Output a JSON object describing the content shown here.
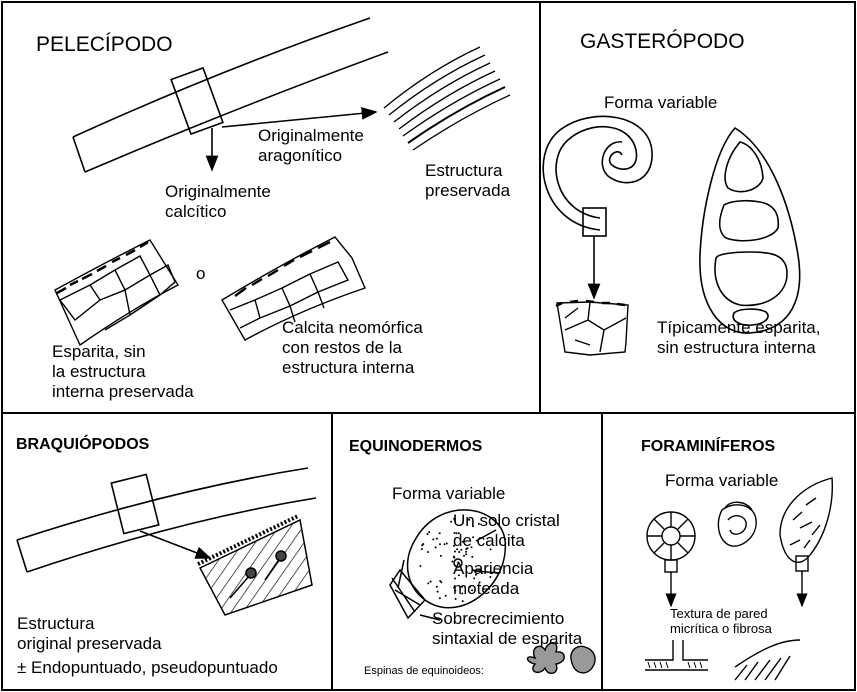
{
  "panels": {
    "pelecipodo": {
      "title": "PELECÍPODO",
      "label_aragonite": "Originalmente\naragonítico",
      "label_calcite": "Originalmente\ncalcítico",
      "label_preserved": "Estructura\npreservada",
      "label_or": "o",
      "label_sparite": "Esparita, sin\nla estructura\ninterna preservada",
      "label_neomorphic": "Calcita neomórfica\ncon restos de la\nestructura interna"
    },
    "gasteropodo": {
      "title": "GASTERÓPODO",
      "label_form": "Forma variable",
      "label_typical": "Típicamente esparita,\nsin estructura interna"
    },
    "braquiopodos": {
      "title": "BRAQUIÓPODOS",
      "label_structure": "Estructura\noriginal preservada",
      "label_punctate": "± Endopuntuado, pseudopuntuado"
    },
    "equinodermos": {
      "title": "EQUINODERMOS",
      "label_form": "Forma variable",
      "label_crystal": "Un solo cristal\nde calcita",
      "label_mottled": "Apariencia\nmoteada",
      "label_overgrowth": "Sobrecrecimiento\nsintaxial de esparita",
      "label_spines": "Espinas de equinoideos:"
    },
    "foraminiferos": {
      "title": "FORAMINÍFEROS",
      "label_form": "Forma variable",
      "label_wall": "Textura de pared\nmicrítica o fibrosa"
    }
  },
  "colors": {
    "line": "#000000",
    "background": "#ffffff",
    "pin": "#444444"
  }
}
